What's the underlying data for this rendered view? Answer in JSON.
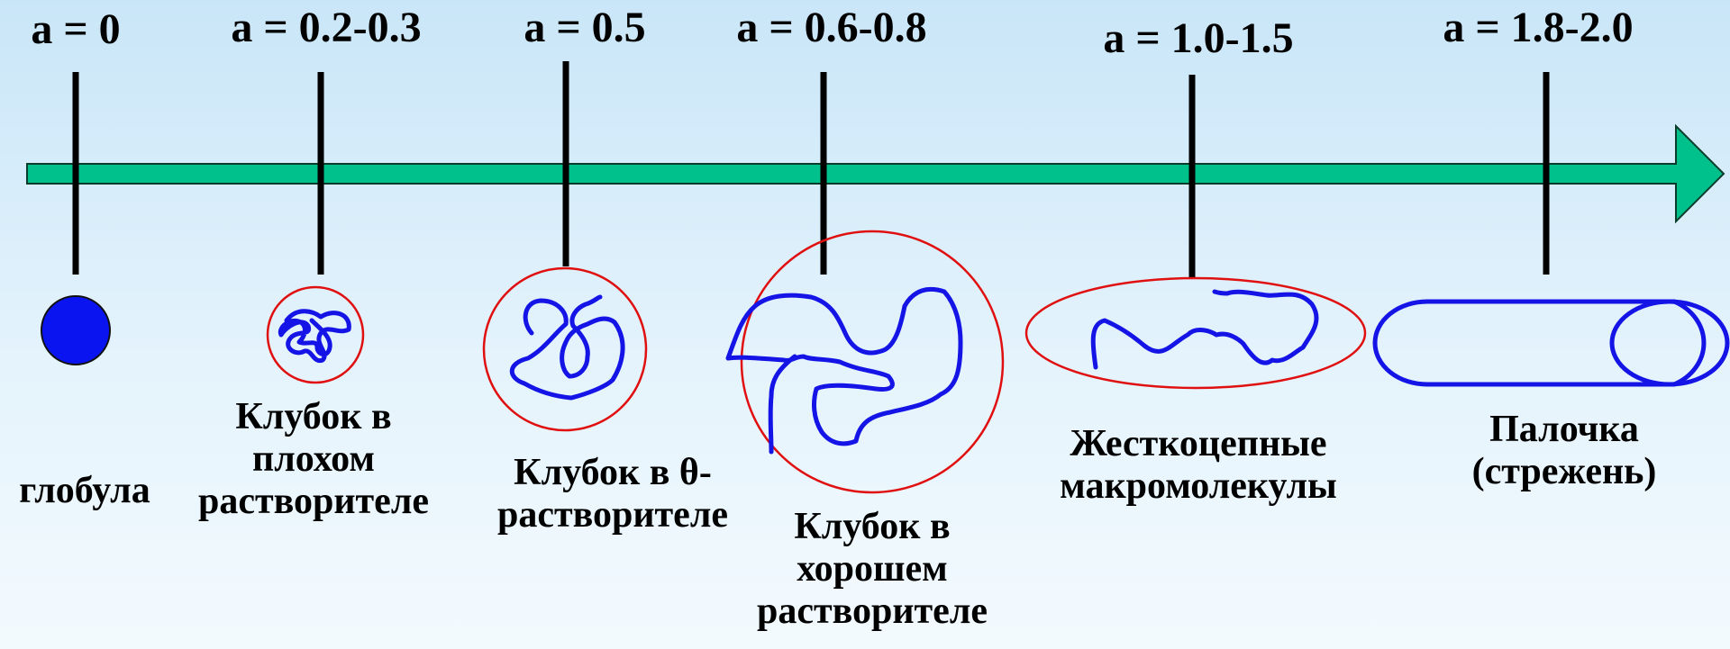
{
  "scale_labels": [
    "a = 0",
    "a = 0.2-0.3",
    "a = 0.5",
    "a = 0.6-0.8",
    "a = 1.0-1.5",
    "a = 1.8-2.0"
  ],
  "captions": {
    "globule": [
      "глобула"
    ],
    "poor_solvent_coil": [
      "Клубок в",
      "плохом",
      "растворителе"
    ],
    "theta_solvent_coil": [
      "Клубок в θ-",
      "растворителе"
    ],
    "good_solvent_coil": [
      "Клубок в",
      "хорошем",
      "растворителе"
    ],
    "rigid_chain": [
      "Жесткоцепные",
      "макромолекулы"
    ],
    "rod": [
      "Палочка",
      "(стрежень)"
    ]
  },
  "colors": {
    "arrow_fill": "#00c08b",
    "chain": "#1414e6",
    "shell": "#e01010",
    "globule_fill": "#0a14f0"
  }
}
